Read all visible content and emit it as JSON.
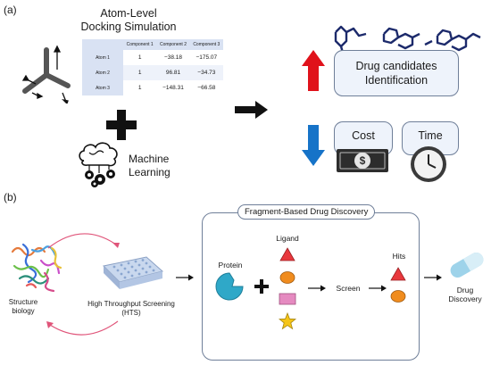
{
  "panel_a": {
    "label": "(a)",
    "title_line1": "Atom-Level",
    "title_line2": "Docking Simulation",
    "table": {
      "headers": [
        "",
        "Component 1",
        "Component 2",
        "Component 3"
      ],
      "rows": [
        [
          "Atom 1",
          "1",
          "−38.18",
          "−175.07"
        ],
        [
          "Atom 2",
          "1",
          "96.81",
          "−34.73"
        ],
        [
          "Atom 3",
          "1",
          "−148.31",
          "−66.58"
        ]
      ]
    },
    "ml_line1": "Machine",
    "ml_line2": "Learning",
    "drug_line1": "Drug candidates",
    "drug_line2": "Identification",
    "cost_label": "Cost",
    "time_label": "Time",
    "colors": {
      "up_arrow": "#e0121b",
      "down_arrow": "#1673c8",
      "box_fill": "#eef3fb",
      "box_border": "#6f7f99",
      "molecule": "#1c2a6b"
    }
  },
  "panel_b": {
    "label": "(b)",
    "structure_line1": "Structure",
    "structure_line2": "biology",
    "hts_line1": "High Throughput Screening",
    "hts_line2": "(HTS)",
    "fbdd_title": "Fragment-Based Drug Discovery",
    "protein_label": "Protein",
    "ligand_label": "Ligand",
    "screen_label": "Screen",
    "hits_label": "Hits",
    "drug_line1": "Drug",
    "drug_line2": "Discovery",
    "colors": {
      "protein": "#2fa8c8",
      "triangle": "#e8383d",
      "circle": "#f08c1e",
      "square": "#e58ac0",
      "star": "#f5c518",
      "pill": "#9ed3ea",
      "curve_arrow": "#e0557a"
    }
  }
}
